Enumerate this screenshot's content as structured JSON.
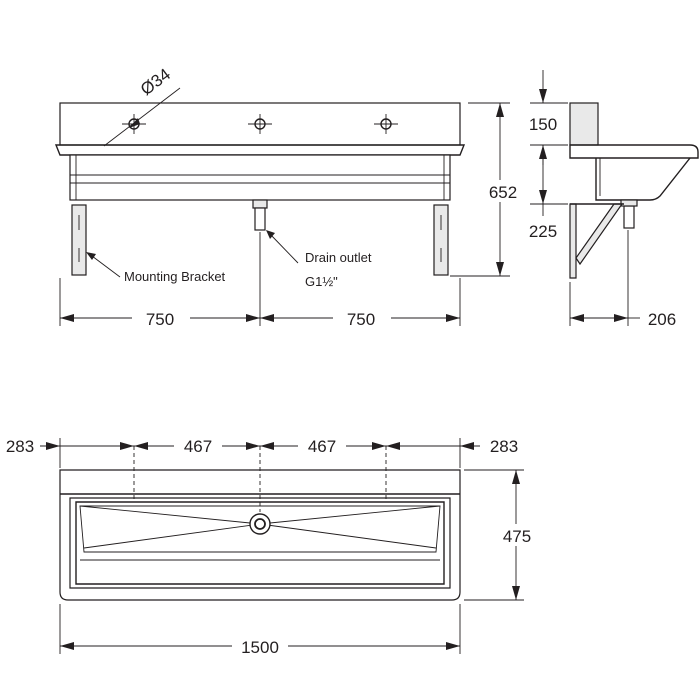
{
  "labels": {
    "tap_hole_diameter": "Ø34",
    "mounting_bracket": "Mounting Bracket",
    "drain_outlet": "Drain outlet",
    "drain_thread": "G1½\""
  },
  "dimensions": {
    "front_half_left": "750",
    "front_half_right": "750",
    "front_height": "652",
    "side_top": "150",
    "side_bottom": "225",
    "side_depth": "206",
    "plan_edge_left": "283",
    "plan_pitch_left": "467",
    "plan_pitch_right": "467",
    "plan_edge_right": "283",
    "plan_depth": "475",
    "plan_length": "1500"
  }
}
